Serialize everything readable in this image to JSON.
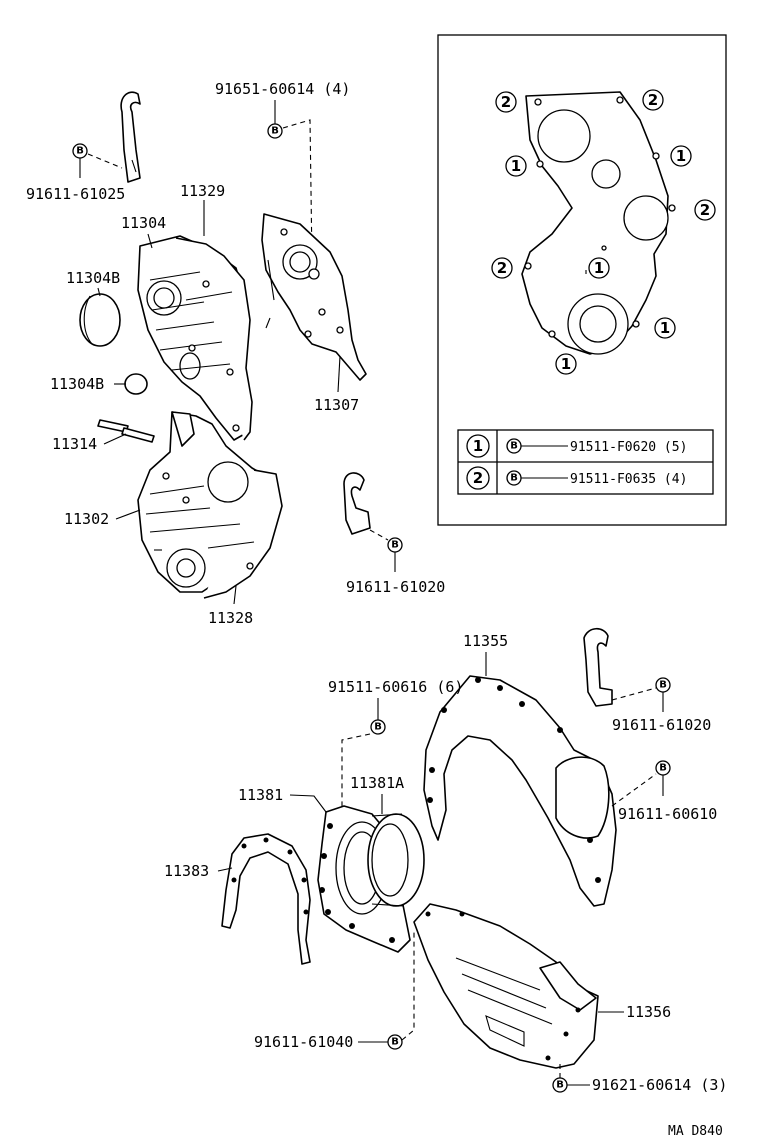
{
  "callouts": {
    "p91651": "91651-60614 (4)",
    "p91611_61025": "91611-61025",
    "p11329": "11329",
    "p11304": "11304",
    "p11304b_top": "11304B",
    "p11304b_mid": "11304B",
    "p11314": "11314",
    "p11307": "11307",
    "p11302": "11302",
    "p91611_61020_a": "91611-61020",
    "p11328": "11328",
    "p11355": "11355",
    "p91511_60616": "91511-60616 (6)",
    "p91611_61020_b": "91611-61020",
    "p11381": "11381",
    "p11381a": "11381A",
    "p91611_60610": "91611-60610",
    "p11383": "11383",
    "p11356": "11356",
    "p91611_61040": "91611-61040",
    "p91621_60614": "91621-60614 (3)"
  },
  "bolt_marker": "B",
  "inset": {
    "circle_1": "1",
    "circle_2": "2",
    "legend": [
      {
        "key": "1",
        "marker": "B",
        "part": "91511-F0620 (5)"
      },
      {
        "key": "2",
        "marker": "B",
        "part": "91511-F0635 (4)"
      }
    ]
  },
  "drawing_code": "MA D840"
}
